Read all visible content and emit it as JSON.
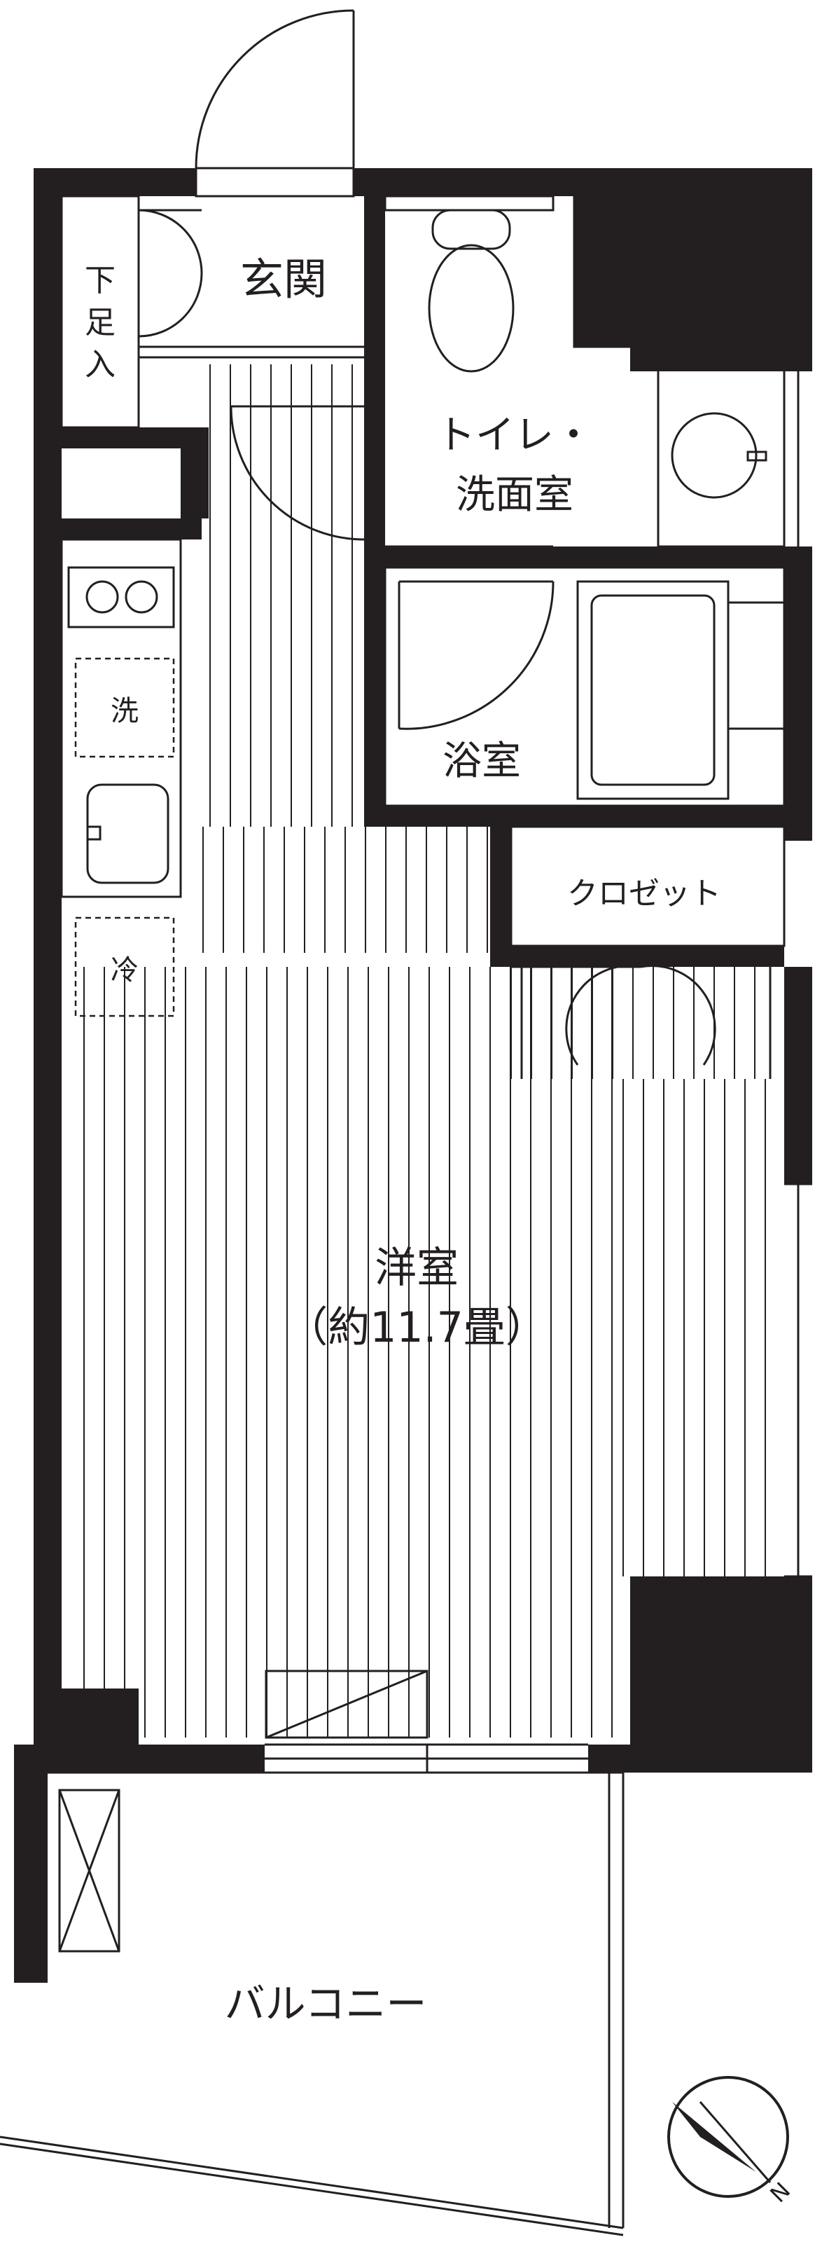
{
  "rooms": {
    "genkan": "玄関",
    "shoe_storage": [
      "下",
      "足",
      "入"
    ],
    "toilet_wash": [
      "トイレ・",
      "洗面室"
    ],
    "bath": "浴室",
    "closet": "クロゼット",
    "western_room": [
      "洋室",
      "（約11.7畳）"
    ],
    "balcony": "バルコニー"
  },
  "appliances": {
    "washer": "洗",
    "fridge": "冷"
  },
  "compass": {
    "label": "N"
  },
  "colors": {
    "wall": "#231f20",
    "background": "#ffffff",
    "line": "#231f20"
  }
}
